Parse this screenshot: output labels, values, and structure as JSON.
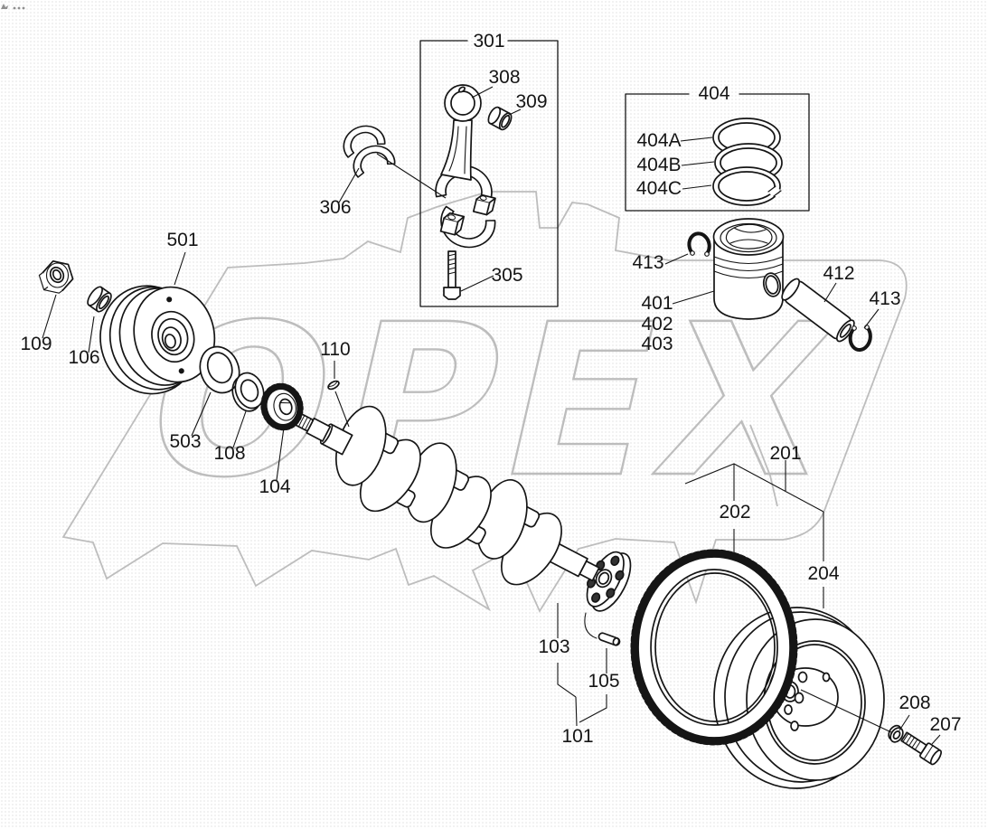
{
  "watermark": {
    "text": "OPEX",
    "color": "#bdbdbd"
  },
  "ink_color": "#151515",
  "callouts": {
    "c301": "301",
    "c308": "308",
    "c309": "309",
    "c306": "306",
    "c305": "305",
    "c404": "404",
    "c404A": "404A",
    "c404B": "404B",
    "c404C": "404C",
    "c413_left": "413",
    "c401": "401",
    "c402": "402",
    "c403": "403",
    "c412": "412",
    "c413_right": "413",
    "c501": "501",
    "c109": "109",
    "c106": "106",
    "c503": "503",
    "c108": "108",
    "c104": "104",
    "c110": "110",
    "c201": "201",
    "c202": "202",
    "c204": "204",
    "c103": "103",
    "c105": "105",
    "c101": "101",
    "c208": "208",
    "c207": "207"
  }
}
